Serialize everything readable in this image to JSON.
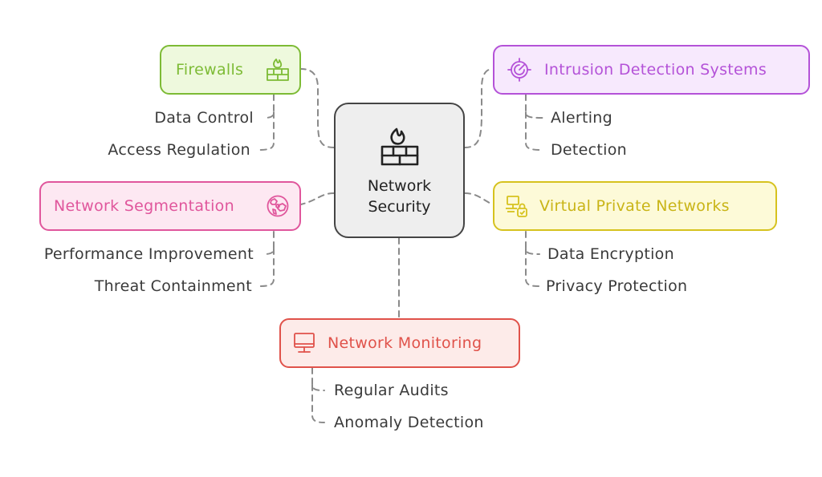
{
  "center": {
    "line1": "Network",
    "line2": "Security",
    "icon": "firewall-icon"
  },
  "branches": {
    "firewalls": {
      "label": "Firewalls",
      "icon": "firewall-flame-icon",
      "color": "#7dbb35",
      "fill": "#eef9dd",
      "items": [
        "Data Control",
        "Access Regulation"
      ]
    },
    "ids": {
      "label": "Intrusion Detection Systems",
      "icon": "radar-icon",
      "color": "#b452d8",
      "fill": "#f7e9fd",
      "items": [
        "Alerting",
        "Detection"
      ]
    },
    "segmentation": {
      "label": "Network Segmentation",
      "icon": "network-globe-icon",
      "color": "#e0569c",
      "fill": "#fde8f2",
      "items": [
        "Performance Improvement",
        "Threat Containment"
      ]
    },
    "vpn": {
      "label": "Virtual Private Networks",
      "icon": "secure-network-icon",
      "color": "#d6c21e",
      "fill": "#fdfad8",
      "items": [
        "Data Encryption",
        "Privacy Protection"
      ]
    },
    "monitoring": {
      "label": "Network Monitoring",
      "icon": "monitor-icon",
      "color": "#e0524a",
      "fill": "#fdebe9",
      "items": [
        "Regular Audits",
        "Anomaly Detection"
      ]
    }
  }
}
